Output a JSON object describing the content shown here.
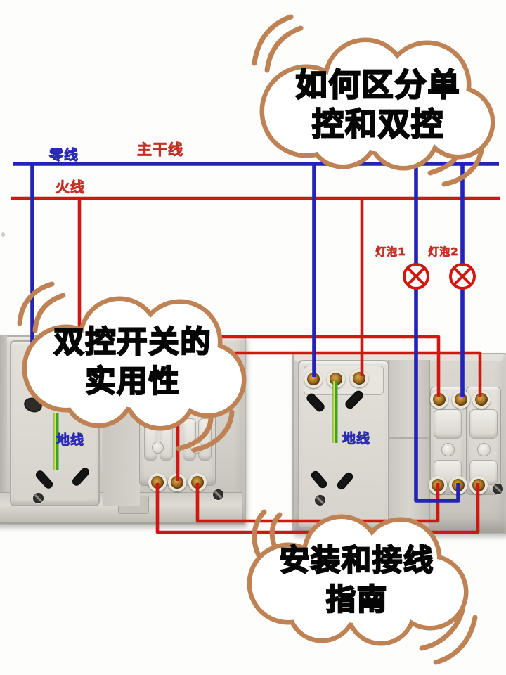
{
  "bubbles": {
    "top": {
      "line1": "如何区分单",
      "line2": "控和双控"
    },
    "left": {
      "line1": "双控开关的",
      "line2": "实用性"
    },
    "bottom": {
      "line1": "安装和接线",
      "line2": "指南"
    }
  },
  "labels": {
    "neutral_wire": "零线",
    "main_trunk": "主干线",
    "live_wire": "火线",
    "bulb_1": "灯泡1",
    "bulb_2": "灯泡2",
    "ground_left": "地线",
    "ground_right": "地线"
  },
  "colors": {
    "cloud_outline": "#bf8254",
    "wire_blue": "#2323b8",
    "wire_red": "#cf1812",
    "wire_green": "#3aa426",
    "wire_yellow": "#e6e04e",
    "label_blue": "#2a2ab4",
    "label_red": "#c33126",
    "bubble_text": "#050505",
    "background": "#fdfdfb"
  }
}
